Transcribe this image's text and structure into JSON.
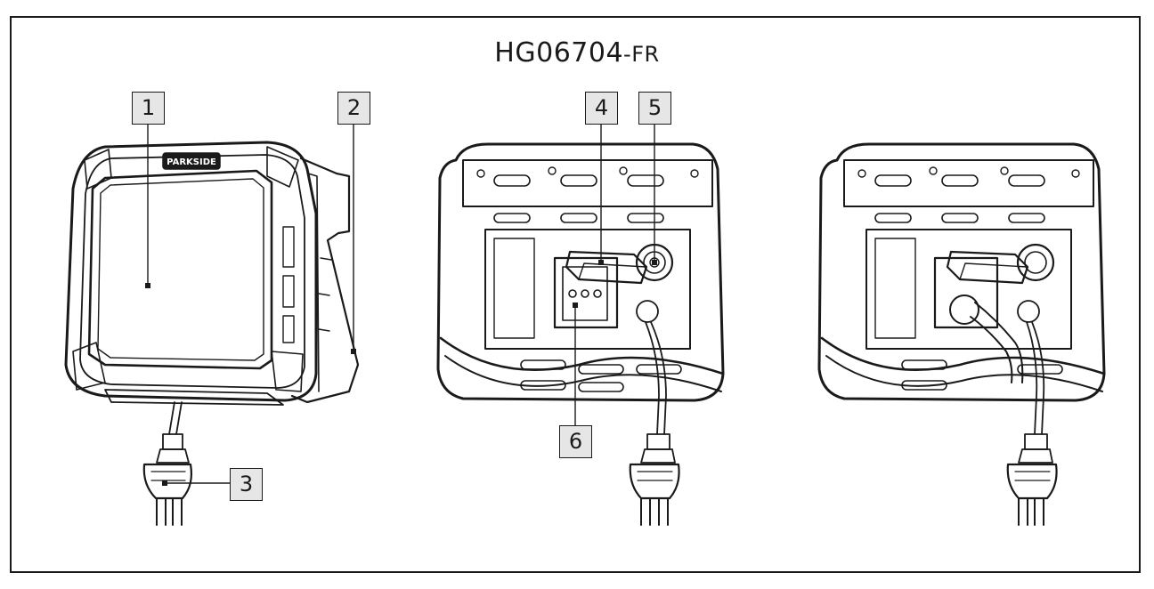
{
  "title": {
    "model": "HG06704",
    "suffix": "-FR"
  },
  "callouts": [
    "1",
    "2",
    "3",
    "4",
    "5",
    "6"
  ],
  "colors": {
    "line": "#1a1a1a",
    "callout_fill": "#e6e6e6",
    "background": "#ffffff"
  }
}
